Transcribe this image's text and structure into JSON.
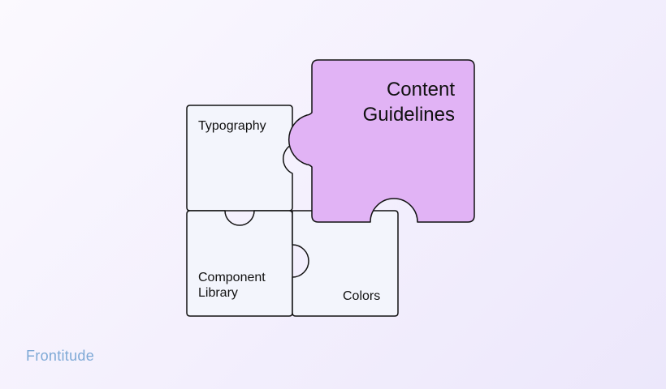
{
  "pieces": {
    "typography": {
      "label": "Typography"
    },
    "component_library": {
      "label_line1": "Component",
      "label_line2": "Library"
    },
    "colors": {
      "label": "Colors"
    },
    "content_guidelines": {
      "label_line1": "Content",
      "label_line2": "Guidelines"
    }
  },
  "brand": {
    "name": "Frontitude"
  },
  "colors": {
    "piece_fill": "#f3f5fc",
    "highlight_fill": "#e1b3f5",
    "outline": "#111111",
    "brand_text": "#7ea9d6"
  }
}
